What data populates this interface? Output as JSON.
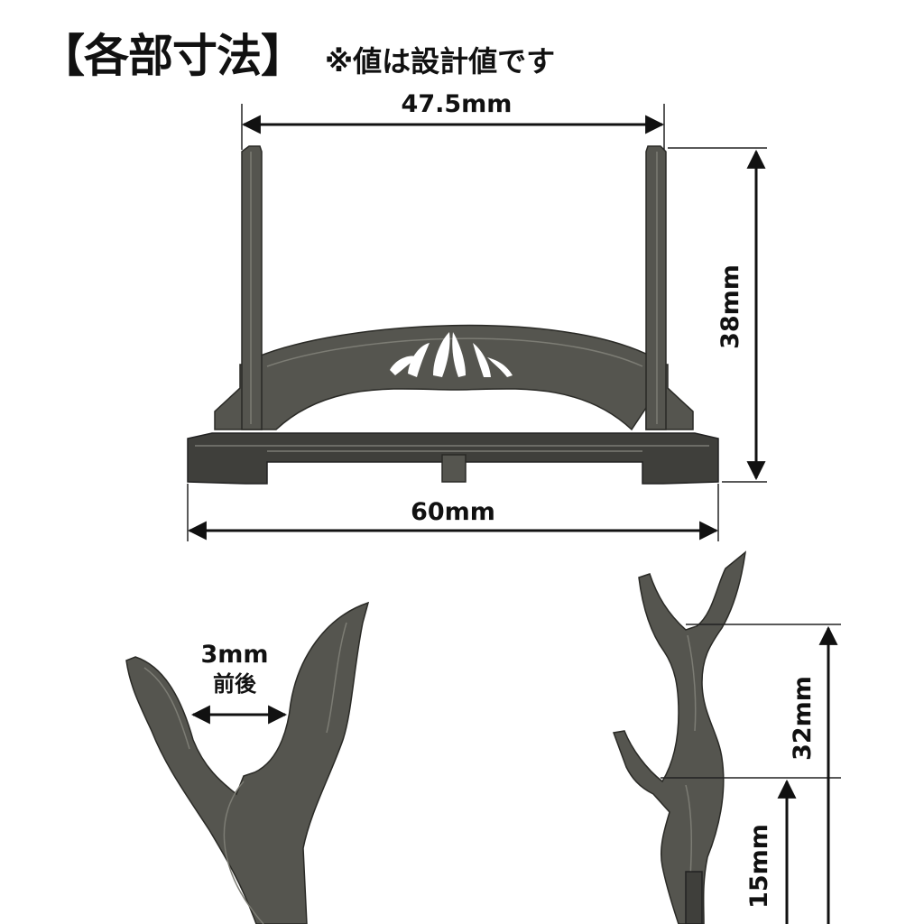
{
  "header": {
    "title": "【各部寸法】",
    "subtitle": "※値は設計値です"
  },
  "dimensions": {
    "width_inner": "47.5mm",
    "height_total": "38mm",
    "width_base": "60mm",
    "slot_width": "3mm",
    "slot_note": "前後",
    "arm_upper": "32mm",
    "arm_lower": "15mm"
  },
  "colors": {
    "part": "#55554f",
    "part_dark": "#3f3f3b",
    "line": "#111111"
  }
}
